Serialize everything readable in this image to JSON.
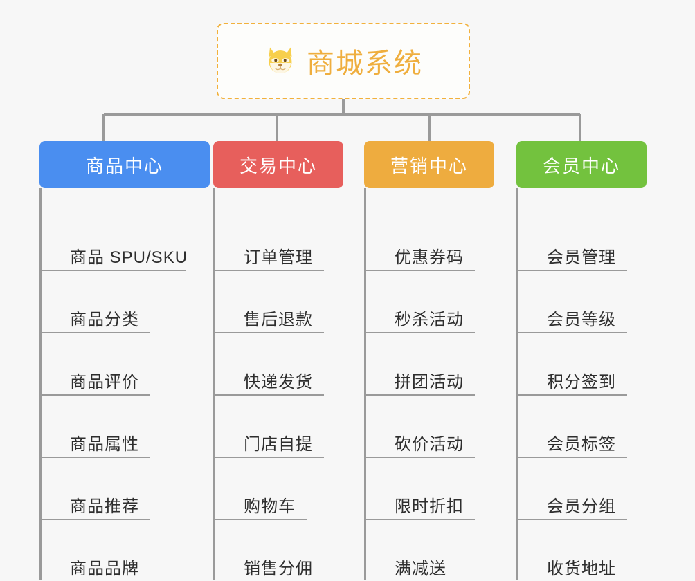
{
  "page": {
    "background_color": "#f7f7f7",
    "connector_color": "#9a9a9a",
    "rule_color": "#9a9a9a"
  },
  "root": {
    "title": "商城系统",
    "icon": "shiba-dog-face-icon",
    "text_color": "#efae3e",
    "border_color": "#f2b13c",
    "background_color": "#fdfdfb"
  },
  "branches": [
    {
      "id": "product-center",
      "label": "商品中心",
      "color": "#4a8ef0",
      "leaves": [
        {
          "label": "商品 SPU/SKU",
          "rule_width": 212
        },
        {
          "label": "商品分类",
          "rule_width": 160
        },
        {
          "label": "商品评价",
          "rule_width": 160
        },
        {
          "label": "商品属性",
          "rule_width": 160
        },
        {
          "label": "商品推荐",
          "rule_width": 160
        },
        {
          "label": "商品品牌",
          "rule_width": 160
        }
      ]
    },
    {
      "id": "trade-center",
      "label": "交易中心",
      "color": "#e75f5c",
      "leaves": [
        {
          "label": "订单管理",
          "rule_width": 160
        },
        {
          "label": "售后退款",
          "rule_width": 160
        },
        {
          "label": "快递发货",
          "rule_width": 160
        },
        {
          "label": "门店自提",
          "rule_width": 160
        },
        {
          "label": "购物车",
          "rule_width": 136
        },
        {
          "label": "销售分佣",
          "rule_width": 160
        }
      ]
    },
    {
      "id": "marketing-center",
      "label": "营销中心",
      "color": "#eeac3f",
      "leaves": [
        {
          "label": "优惠券码",
          "rule_width": 160
        },
        {
          "label": "秒杀活动",
          "rule_width": 160
        },
        {
          "label": "拼团活动",
          "rule_width": 160
        },
        {
          "label": "砍价活动",
          "rule_width": 160
        },
        {
          "label": "限时折扣",
          "rule_width": 160
        },
        {
          "label": "满减送",
          "rule_width": 136
        }
      ]
    },
    {
      "id": "member-center",
      "label": "会员中心",
      "color": "#73c23e",
      "leaves": [
        {
          "label": "会员管理",
          "rule_width": 160
        },
        {
          "label": "会员等级",
          "rule_width": 160
        },
        {
          "label": "积分签到",
          "rule_width": 160
        },
        {
          "label": "会员标签",
          "rule_width": 160
        },
        {
          "label": "会员分组",
          "rule_width": 160
        },
        {
          "label": "收货地址",
          "rule_width": 160
        }
      ]
    }
  ]
}
